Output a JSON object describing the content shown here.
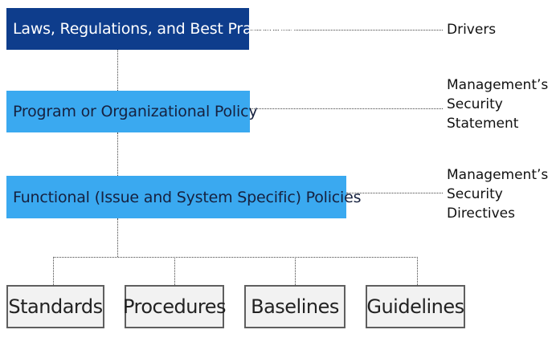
{
  "hierarchy": {
    "laws_box": "Laws, Regulations, and Best Practices",
    "program_box": "Program or Organizational Policy",
    "functional_box": "Functional (Issue and System Specific) Policies"
  },
  "right_labels": {
    "drivers": "Drivers",
    "security_statement": [
      "Management’s",
      "Security",
      "Statement"
    ],
    "security_directives": [
      "Management’s",
      "Security",
      "Directives"
    ]
  },
  "bottom_boxes": [
    "Standards",
    "Procedures",
    "Baselines",
    "Guidelines"
  ],
  "colors": {
    "dark_blue": "#0e3d8c",
    "light_blue": "#3aa9f0",
    "gray_box": "#f2f2f2"
  }
}
